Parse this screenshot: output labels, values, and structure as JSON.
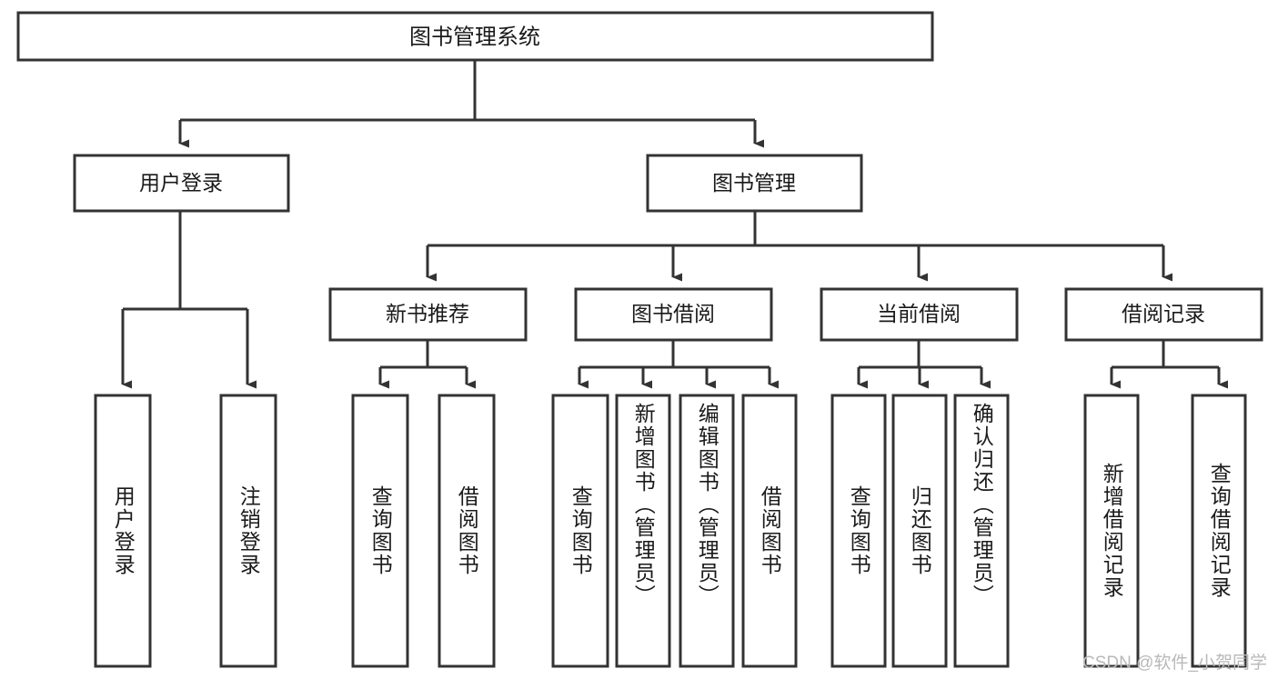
{
  "diagram": {
    "title": "图书管理系统",
    "type": "tree-hierarchy-diagram",
    "colors": {
      "stroke": "#333333",
      "fill": "#ffffff",
      "text": "#1a1a1a",
      "watermark": "#b9b9b9"
    },
    "levels": {
      "root": {
        "label": "图书管理系统"
      },
      "level2": [
        {
          "label": "用户登录"
        },
        {
          "label": "图书管理"
        }
      ],
      "level3": [
        {
          "label": "新书推荐"
        },
        {
          "label": "图书借阅"
        },
        {
          "label": "当前借阅"
        },
        {
          "label": "借阅记录"
        }
      ],
      "leaves": {
        "user_login": [
          {
            "label": "用户登录"
          },
          {
            "label": "注销登录"
          }
        ],
        "new_book_recommend": [
          {
            "label": "查询图书"
          },
          {
            "label": "借阅图书"
          }
        ],
        "book_borrow": [
          {
            "label": "查询图书"
          },
          {
            "label": "新增图书（管理员）"
          },
          {
            "label": "编辑图书（管理员）"
          },
          {
            "label": "借阅图书"
          }
        ],
        "current_borrow": [
          {
            "label": "查询图书"
          },
          {
            "label": "归还图书"
          },
          {
            "label": "确认归还（管理员）"
          }
        ],
        "borrow_record": [
          {
            "label": "新增借阅记录"
          },
          {
            "label": "查询借阅记录"
          }
        ]
      }
    },
    "watermark": "CSDN @软件_小贺同学"
  }
}
